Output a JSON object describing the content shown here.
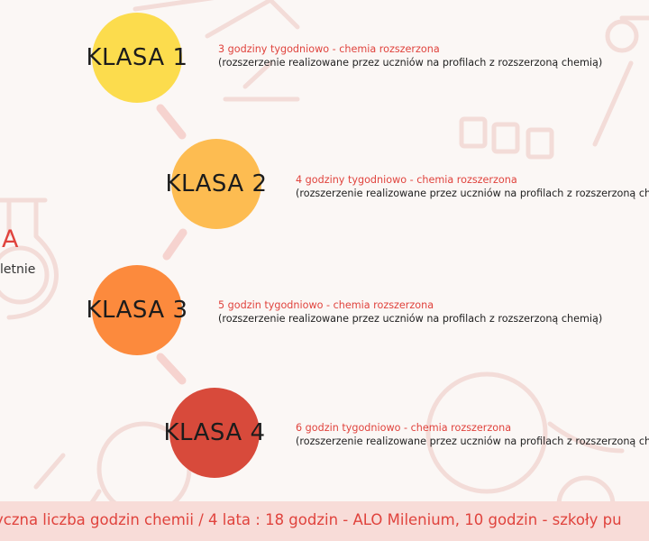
{
  "side_panel": {
    "title": "IA",
    "subtitle": "letnie"
  },
  "classes": [
    {
      "label": "KLASA 1",
      "hours": "3 godziny tygodniowo - chemia rozszerzona",
      "desc": "(rozszerzenie realizowane przez uczniów na profilach z rozszerzoną chemią)",
      "color": "#fcdc4d"
    },
    {
      "label": "KLASA 2",
      "hours": "4 godziny tygodniowo - chemia rozszerzona",
      "desc": "(rozszerzenie realizowane przez uczniów na profilach z rozszerzoną chemią)",
      "color": "#fdbc51"
    },
    {
      "label": "KLASA 3",
      "hours": "5 godzin tygodniowo - chemia rozszerzona",
      "desc": "(rozszerzenie realizowane przez uczniów na profilach z rozszerzoną chemią)",
      "color": "#fc8a3d"
    },
    {
      "label": "KLASA 4",
      "hours": "6 godzin tygodniowo - chemia rozszerzona",
      "desc": "(rozszerzenie realizowane przez uczniów na profilach z rozszerzoną chemią)",
      "color": "#d84a3b"
    }
  ],
  "footer": {
    "text": "yczna liczba godzin chemii / 4 lata : 18 godzin - ALO Milenium, 10 godzin - szkoły pu"
  },
  "colors": {
    "accent": "#e0433d",
    "background": "#fbf7f5",
    "footer_bg": "#f8dcd8",
    "connector": "#f6d3cf",
    "decor": "#f3dcd8"
  }
}
